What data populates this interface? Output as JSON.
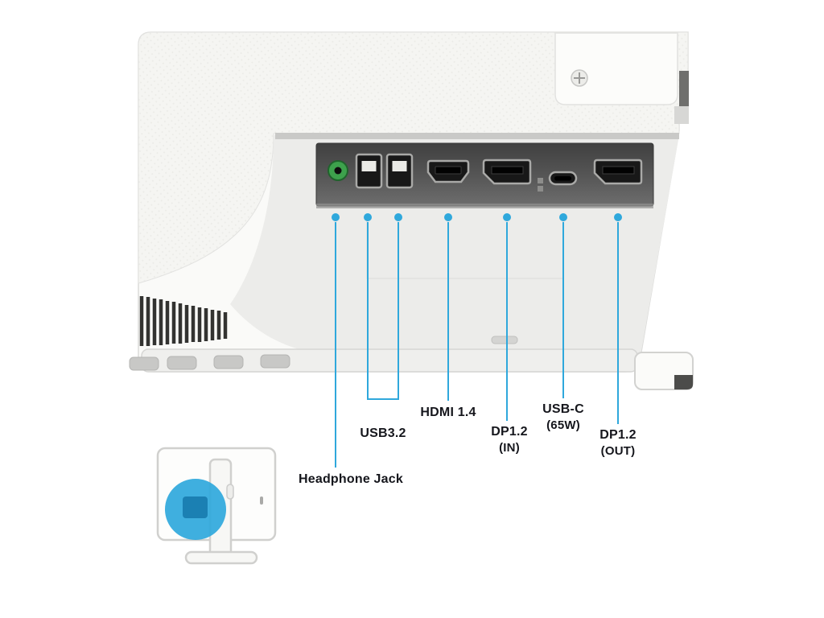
{
  "diagram": {
    "accent_color": "#2FA8DC",
    "jack_color": "#3DA14C",
    "ports": [
      "headphone-jack",
      "usb-a",
      "usb-a",
      "hdmi",
      "displayport-in",
      "usb-c",
      "displayport-out"
    ],
    "callouts": {
      "headphone": {
        "label": "Headphone Jack"
      },
      "usb": {
        "label": "USB3.2"
      },
      "hdmi": {
        "label": "HDMI 1.4"
      },
      "dp_in": {
        "label": "DP1.2",
        "sublabel": "(IN)"
      },
      "usbc": {
        "label": "USB-C",
        "sublabel": "(65W)"
      },
      "dp_out": {
        "label": "DP1.2",
        "sublabel": "(OUT)"
      }
    }
  }
}
